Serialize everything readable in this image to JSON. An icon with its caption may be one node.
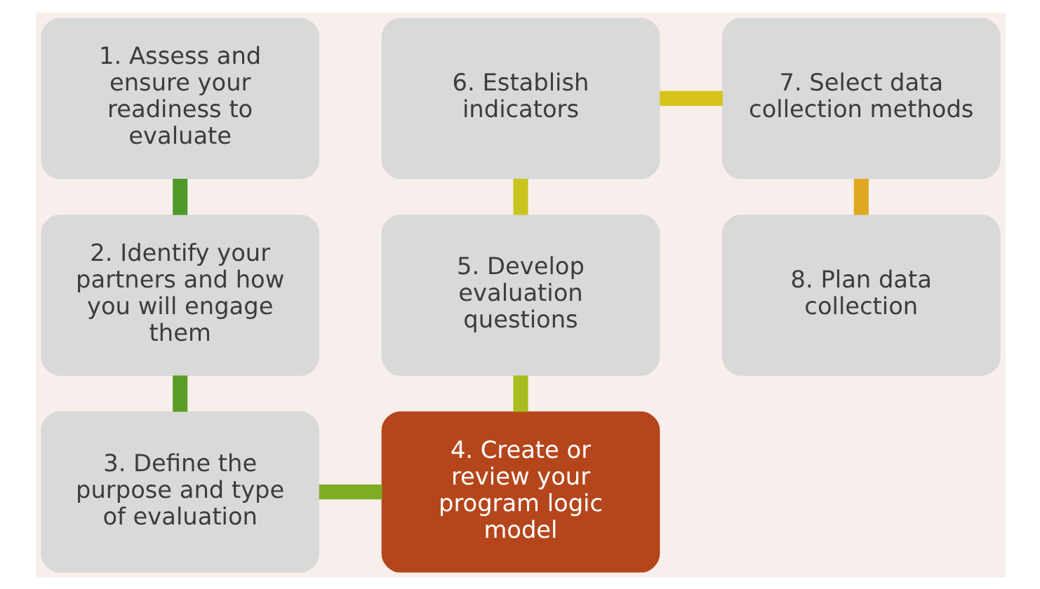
{
  "diagram": {
    "nodes": [
      {
        "text": [
          "1. Assess and ensure your readiness to evaluate"
        ]
      },
      {
        "text": [
          "2. Identify your partners and how you will engage them"
        ]
      },
      {
        "text": [
          "3. Define the purpose and type of evaluation"
        ]
      },
      {
        "text": [
          "4. Create or review your program logic model"
        ]
      },
      {
        "text": [
          "5. Develop evaluation questions"
        ]
      },
      {
        "text": [
          "6. Establish indicators"
        ]
      },
      {
        "text": [
          "7. Select data collection methods"
        ]
      },
      {
        "text": [
          "8. Plan data collection"
        ]
      }
    ],
    "edges": [
      {
        "from": 0,
        "to": 1,
        "arrow": "none",
        "color": "#4e9a28"
      },
      {
        "from": 1,
        "to": 2,
        "arrow": "none",
        "color": "#5a9e28"
      },
      {
        "from": 2,
        "to": 3,
        "arrow": "none",
        "color": "#7fac22"
      },
      {
        "from": 3,
        "to": 4,
        "arrow": "none",
        "color": "#a8bc20"
      },
      {
        "from": 4,
        "to": 5,
        "arrow": "none",
        "color": "#c9c420"
      },
      {
        "from": 5,
        "to": 6,
        "arrow": "none",
        "color": "#d6c41c"
      },
      {
        "from": 6,
        "to": 7,
        "arrow": "none",
        "color": "#e0a820"
      }
    ]
  }
}
